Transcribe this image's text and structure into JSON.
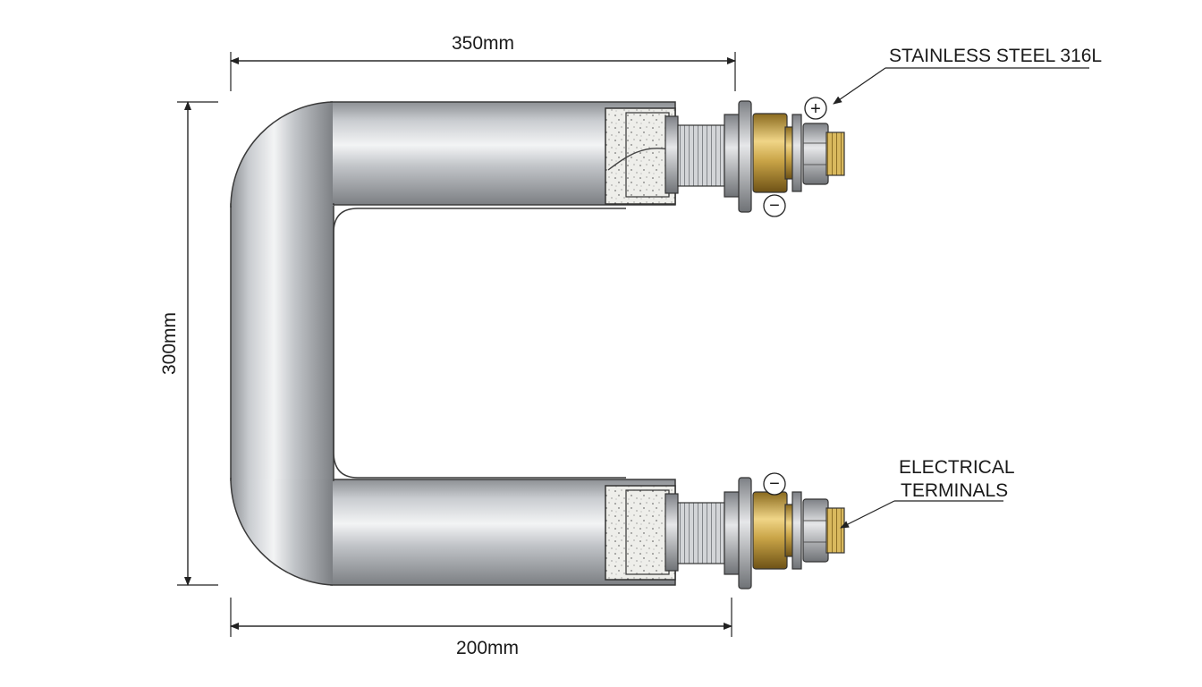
{
  "dimensions": {
    "top_length": "350mm",
    "height": "300mm",
    "bottom_length": "200mm"
  },
  "callouts": {
    "material": "STAINLESS STEEL 316L",
    "terminals_line1": "ELECTRICAL",
    "terminals_line2": "TERMINALS"
  },
  "polarity": {
    "top_positive": "+",
    "top_negative": "−",
    "bottom_negative": "−"
  },
  "colors": {
    "steel": "#b9bcc0",
    "brass": "#c9a447",
    "line": "#222222"
  }
}
